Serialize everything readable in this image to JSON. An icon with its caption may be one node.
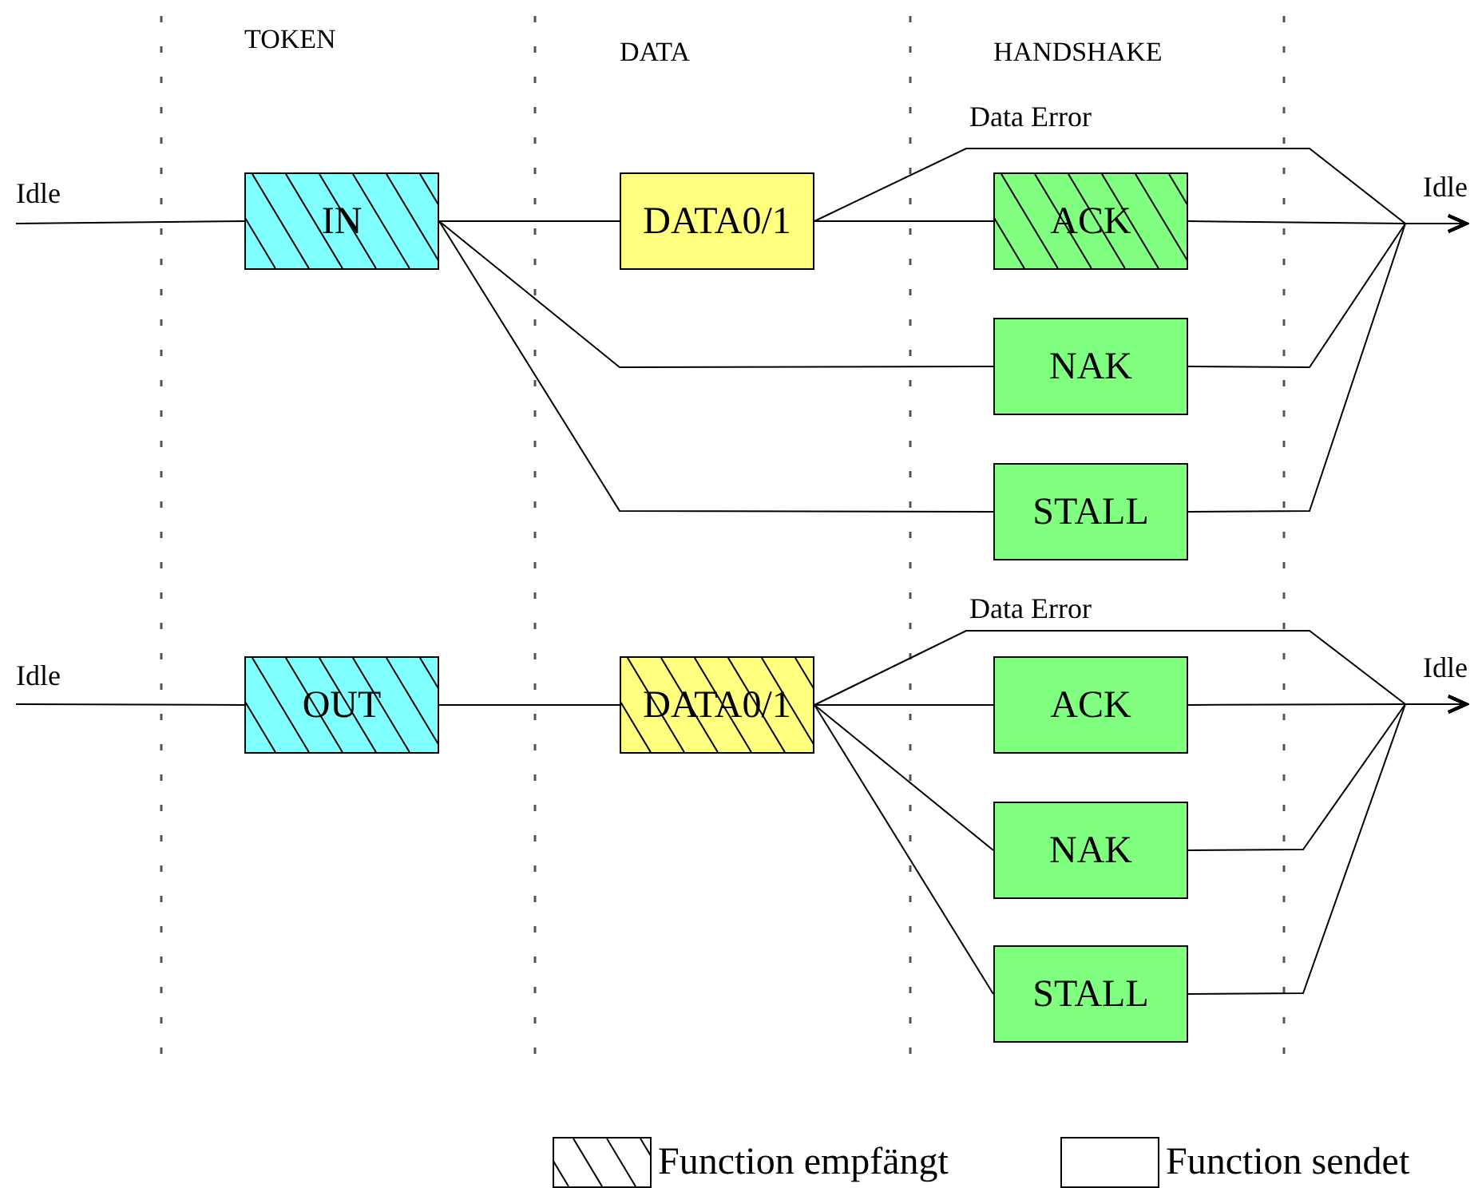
{
  "diagram": {
    "nodes": [
      {
        "text": [
          "IN"
        ]
      },
      {
        "text": [
          "DATA0/1"
        ]
      },
      {
        "text": [
          "ACK"
        ]
      },
      {
        "text": [
          "NAK"
        ]
      },
      {
        "text": [
          "STALL"
        ]
      },
      {
        "text": [
          "OUT"
        ]
      },
      {
        "text": [
          "DATA0/1"
        ]
      },
      {
        "text": [
          "ACK"
        ]
      },
      {
        "text": [
          "NAK"
        ]
      },
      {
        "text": [
          "STALL"
        ]
      },
      {
        "text": [
          "Idle"
        ]
      },
      {
        "text": [
          "Idle"
        ]
      }
    ],
    "edges": [
      {
        "from": null,
        "to": 0,
        "arrow": "none",
        "label": "Idle"
      },
      {
        "from": 0,
        "to": 1,
        "arrow": "none"
      },
      {
        "from": 0,
        "to": 3,
        "arrow": "none"
      },
      {
        "from": 0,
        "to": 4,
        "arrow": "none"
      },
      {
        "from": 1,
        "to": 2,
        "arrow": "none"
      },
      {
        "from": 1,
        "to": 10,
        "arrow": "to",
        "label": "Data Error"
      },
      {
        "from": 2,
        "to": 10,
        "arrow": "to"
      },
      {
        "from": 3,
        "to": 10,
        "arrow": "to"
      },
      {
        "from": 4,
        "to": 10,
        "arrow": "to"
      },
      {
        "from": null,
        "to": 5,
        "arrow": "none",
        "label": "Idle"
      },
      {
        "from": 5,
        "to": 6,
        "arrow": "none"
      },
      {
        "from": 6,
        "to": 11,
        "arrow": "to",
        "label": "Data Error"
      },
      {
        "from": 6,
        "to": 7,
        "arrow": "none"
      },
      {
        "from": 6,
        "to": 8,
        "arrow": "none"
      },
      {
        "from": 6,
        "to": 9,
        "arrow": "none"
      },
      {
        "from": 7,
        "to": 11,
        "arrow": "to"
      },
      {
        "from": 8,
        "to": 11,
        "arrow": "to"
      },
      {
        "from": 9,
        "to": 11,
        "arrow": "to"
      }
    ],
    "labels": [
      "TOKEN",
      "DATA",
      "HANDSHAKE"
    ],
    "legend": [
      {
        "text": "Function empfängt"
      },
      {
        "text": "Function sendet"
      }
    ]
  }
}
